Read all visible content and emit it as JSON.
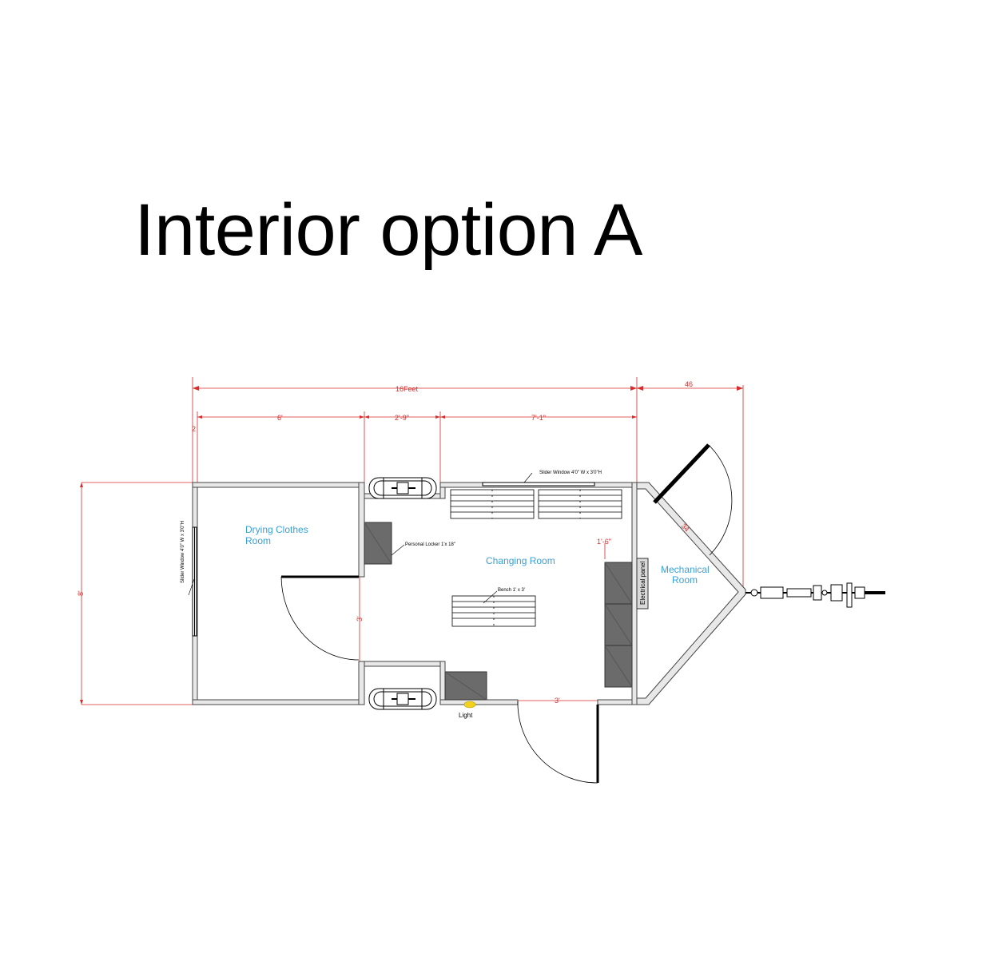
{
  "title": "Interior option A",
  "dimensions": {
    "overall_length": "16Feet",
    "hitch_length": "46",
    "wall_thickness": "2",
    "drying_width": "6'",
    "middle_width": "2'-9\"",
    "changing_width": "7'-1\"",
    "overall_width": "8'",
    "inner_opening": "3'",
    "locker_depth": "1'-6\"",
    "door_width": "3'",
    "mech_door": "34"
  },
  "rooms": {
    "drying_line1": "Drying Clothes",
    "drying_line2": "Room",
    "changing": "Changing Room",
    "mechanical_line1": "Mechanical",
    "mechanical_line2": "Room"
  },
  "labels": {
    "slider_window_top": "Slider Window 4'0\" W x 3'0\"H",
    "slider_window_left": "Slider Window 4'0\" W x 3'0\"H",
    "personal_locker": "Personal Locker 1'x 18\"",
    "bench": "Bench 1' x 3'",
    "electrical_panel": "Electrical panel",
    "light": "Light"
  },
  "colors": {
    "dimension": "#d62c2c",
    "room_label": "#3aa0d8",
    "wall_fill": "#e8e8e8",
    "locker_fill": "#6b6b6b",
    "light": "#f2d21c"
  }
}
